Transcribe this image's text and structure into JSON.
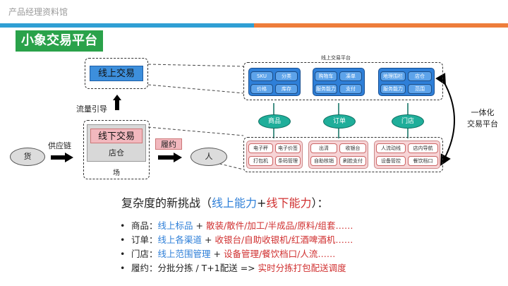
{
  "brand": "产品经理资料馆",
  "page_title": "小象交易平台",
  "left": {
    "online_trade": "线上交易",
    "traffic_guide": "流量引导",
    "offline_trade": "线下交易",
    "store": "店仓",
    "field": "场",
    "goods": "货",
    "supply_chain": "供应链",
    "fulfillment": "履约",
    "person": "人"
  },
  "platform": {
    "caption": "线上交易平台",
    "online_modules": [
      {
        "chips": [
          "SKU",
          "分类",
          "价格",
          "库存"
        ]
      },
      {
        "chips": [
          "购物车",
          "凑单",
          "服务能力",
          "支付"
        ]
      },
      {
        "chips": [
          "地理围栏",
          "店仓",
          "服务能力",
          "范围"
        ]
      }
    ],
    "connectors": [
      "商品",
      "订单",
      "门店"
    ],
    "offline_modules": [
      {
        "chips": [
          "电子秤",
          "电子价签",
          "打包机",
          "条码管理"
        ]
      },
      {
        "chips": [
          "出清",
          "收银台",
          "自助核销",
          "刷脸支付"
        ]
      },
      {
        "chips": [
          "人流动线",
          "店内导航",
          "设备管控",
          "餐饮档口"
        ]
      }
    ],
    "integrated_line1": "一体化",
    "integrated_line2": "交易平台"
  },
  "challenge": {
    "prefix": "复杂度的新挑战（",
    "online": "线上能力",
    "plus": "+",
    "offline": "线下能力",
    "suffix": "）："
  },
  "bullets": [
    {
      "label": "商品：",
      "blue": "线上标品",
      "sep": " + ",
      "red": "散装/散件/加工/半成品/原料/组套……"
    },
    {
      "label": "订单：",
      "blue": "线上各渠道",
      "sep": " + ",
      "red": "收银台/自助收银机/红酒啤酒机……"
    },
    {
      "label": "门店：",
      "blue": "线上范围管理",
      "sep": " + ",
      "red": "设备管理/餐饮档口/人流……"
    },
    {
      "label": "履约：",
      "plain": "分批分拣 / T+1配送 => ",
      "red": "实时分拣打包配送调度"
    }
  ]
}
